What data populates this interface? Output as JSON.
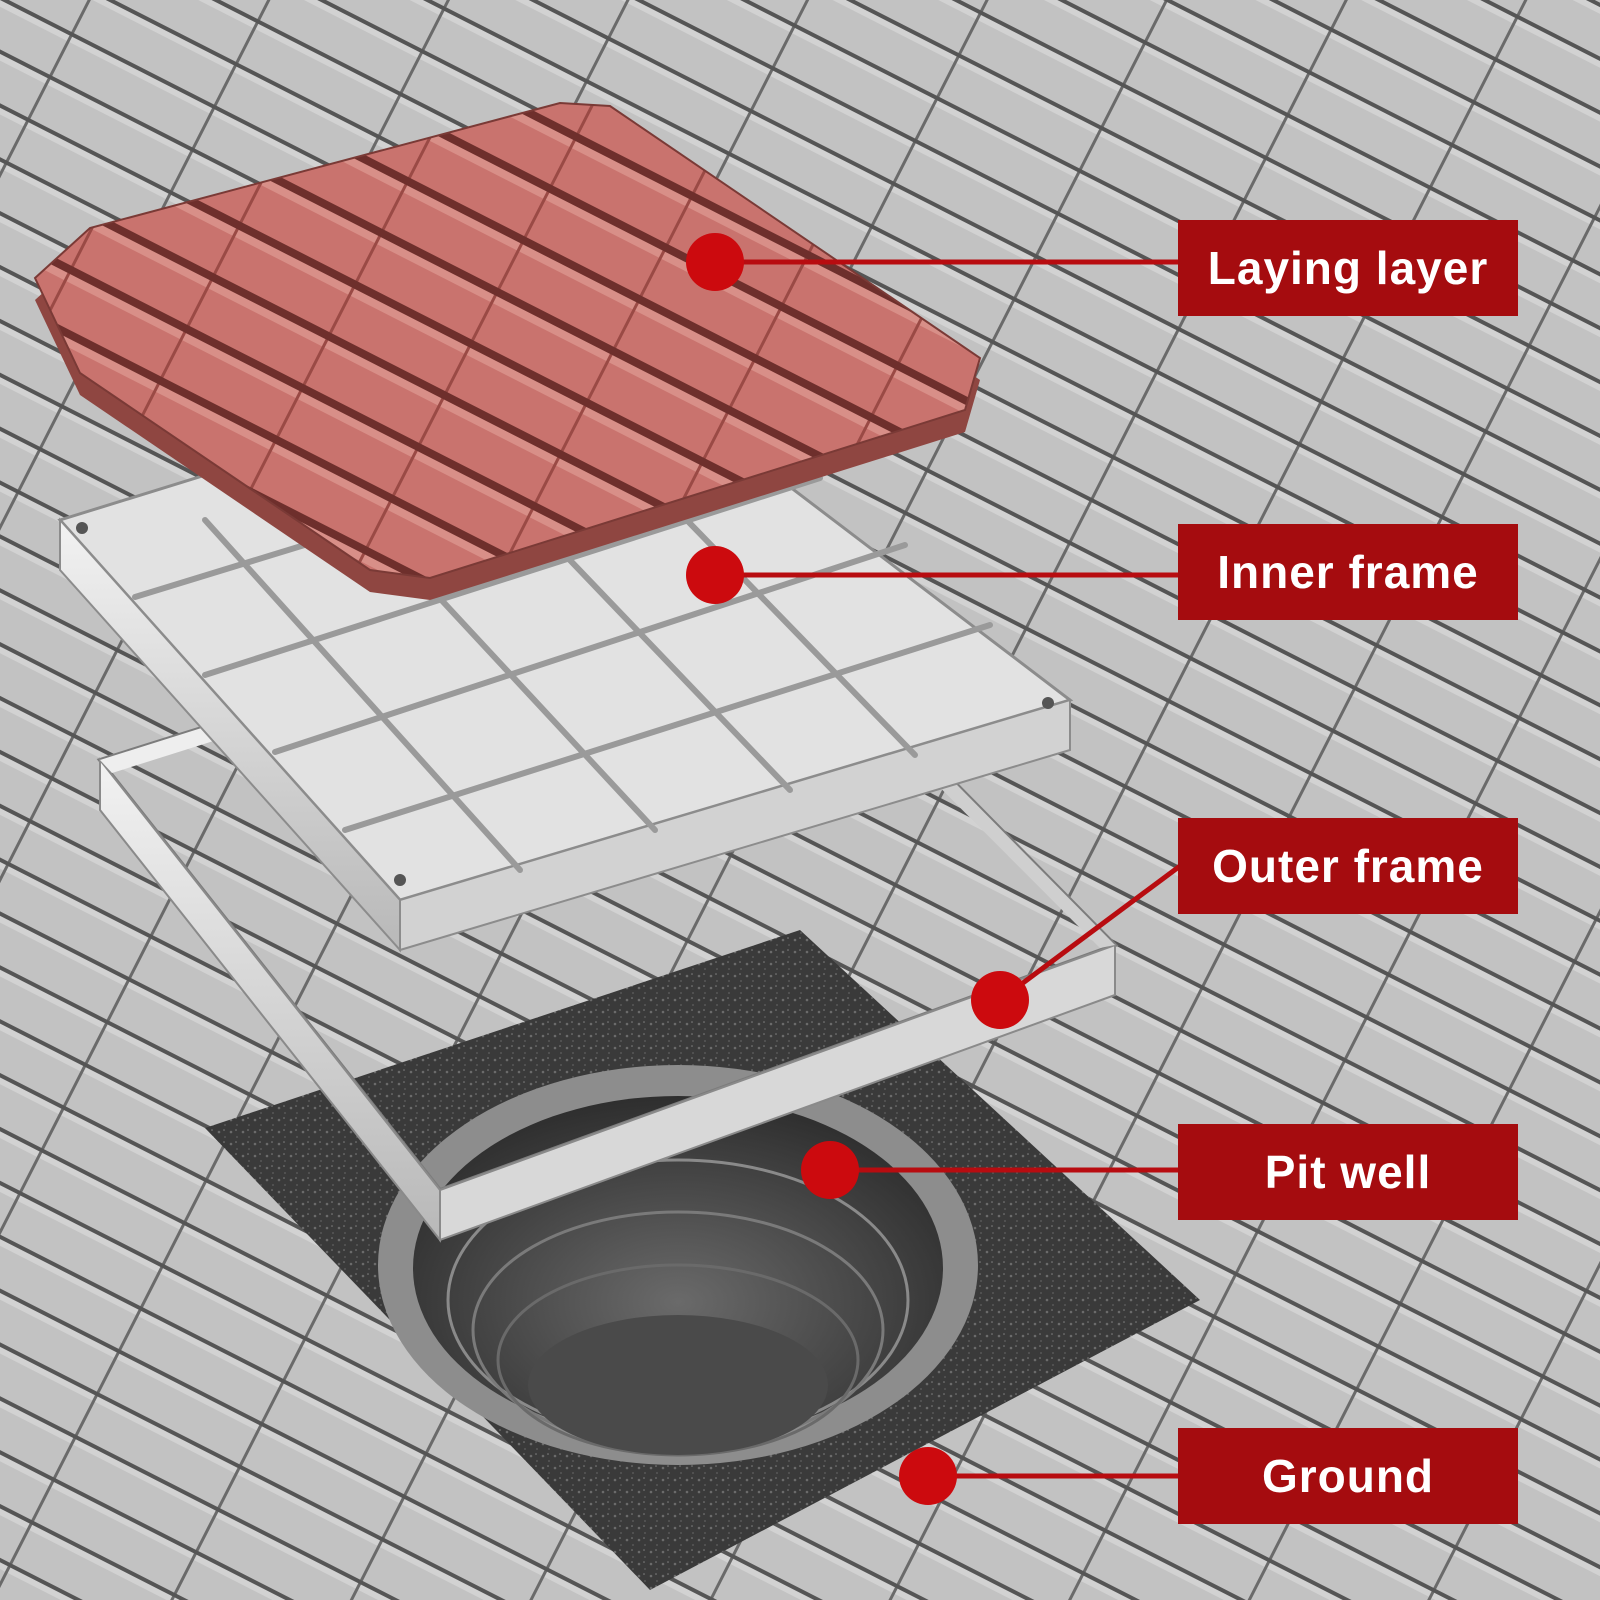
{
  "labels": {
    "laying_layer": "Laying layer",
    "inner_frame": "Inner frame",
    "outer_frame": "Outer frame",
    "pit_well": "Pit well",
    "ground": "Ground"
  },
  "colors": {
    "callout_red": "#a50c0f",
    "marker_red": "#cc0a0e",
    "brick_red": "#c8706c",
    "paving_grey": "#b9b9b9",
    "steel": "#dcdcdc"
  }
}
